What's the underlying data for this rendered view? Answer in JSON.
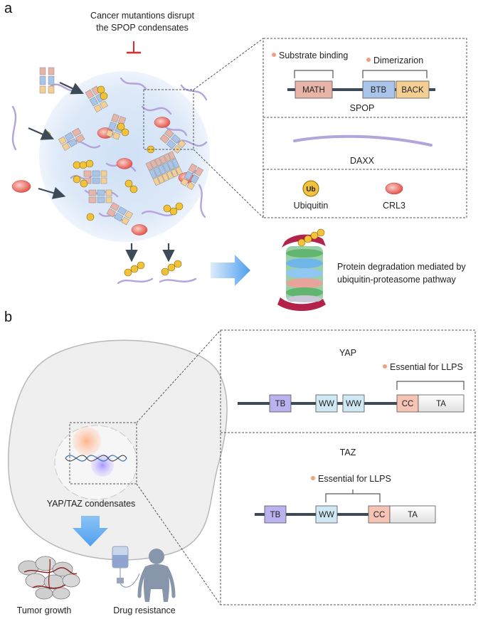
{
  "panel_a": {
    "letter": "a",
    "cancer_note_line1": "Cancer mutantions disrupt",
    "cancer_note_line2": "the SPOP condensates",
    "spop": {
      "substrate_binding": "Substrate binding",
      "dimerization": "Dimerizarion",
      "domains": [
        "MATH",
        "BTB",
        "BACK"
      ],
      "name": "SPOP"
    },
    "daxx_label": "DAXX",
    "legend": {
      "ub_symbol": "Ub",
      "ubiquitin": "Ubiquitin",
      "crl3": "CRL3"
    },
    "degradation_line1": "Protein degradation mediated by",
    "degradation_line2": "ubiquitin-proteasome pathway"
  },
  "panel_b": {
    "letter": "b",
    "yap": {
      "title": "YAP",
      "essential": "Essential for LLPS",
      "domains": [
        "TB",
        "WW",
        "WW",
        "CC",
        "TA"
      ]
    },
    "taz": {
      "title": "TAZ",
      "essential": "Essential for LLPS",
      "domains": [
        "TB",
        "WW",
        "CC",
        "TA"
      ]
    },
    "condensates_label": "YAP/TAZ condensates",
    "tumor_growth": "Tumor growth",
    "drug_resistance": "Drug resistance"
  },
  "colors": {
    "math": "#e8b4a8",
    "btb": "#a8c4e8",
    "back": "#f5cf92",
    "daxx": "#b3a4dc",
    "ubiquitin": "#f2c23a",
    "crl3": "#e8665e",
    "arrow_blue": "#5ea8ee",
    "inhibit_red": "#e02a2a",
    "tb": "#b9b2ee",
    "ww": "#cfe8f3",
    "cc": "#f6c4b4",
    "ta": "#eeeeee"
  }
}
